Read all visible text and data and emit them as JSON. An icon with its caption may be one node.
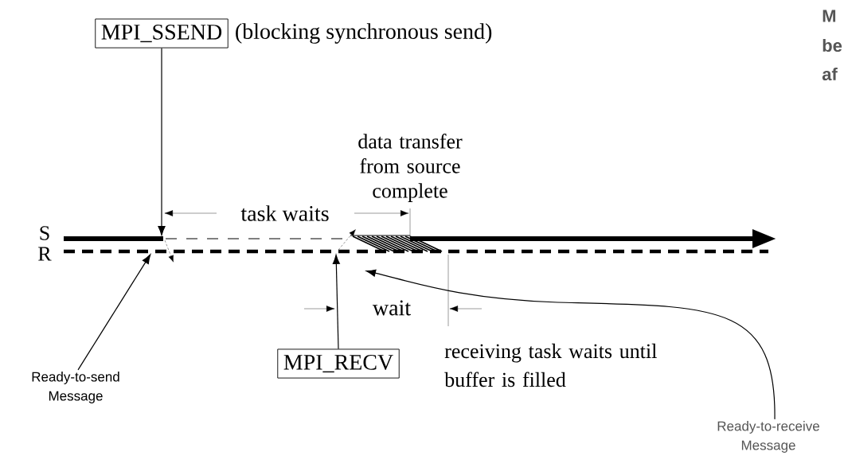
{
  "diagram": {
    "nodes": [
      {
        "text": [
          "MPI_SSEND"
        ],
        "beside": [
          "(blocking synchronous send)"
        ]
      },
      {
        "text": [
          "MPI_RECV"
        ]
      },
      {
        "text": [
          "Ready-to-send Message"
        ]
      },
      {
        "text": [
          "Ready-to-receive Message"
        ]
      }
    ],
    "edges": [
      {
        "from": 0,
        "to": null,
        "arrow": "to"
      },
      {
        "from": 1,
        "to": null,
        "arrow": "to"
      },
      {
        "from": 2,
        "to": null,
        "arrow": "to"
      },
      {
        "from": 3,
        "to": null,
        "arrow": "to"
      }
    ],
    "labels": [
      "M",
      "be",
      "af",
      "data transfer from source complete",
      "task waits",
      "S",
      "R",
      "wait",
      "receiving task waits until buffer is filled"
    ]
  }
}
